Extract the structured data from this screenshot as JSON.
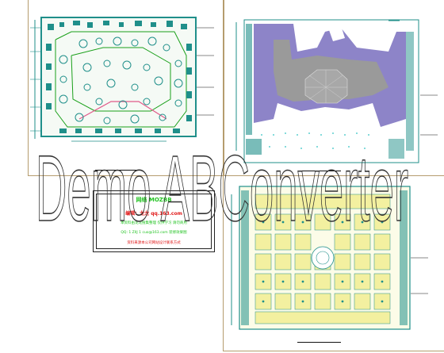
{
  "colors": {
    "sheet_border": "#b59c6e",
    "teal": "#1f8f8a",
    "green_line": "#1aa01a",
    "purple": "#8d84c8",
    "gray_fill": "#9a9a9a",
    "yellow_cell": "#f3f0a0",
    "stamp_green": "#22c322",
    "stamp_red": "#e01818",
    "watermark": "#333333"
  },
  "stamp": {
    "line1": "网络 MOZBB",
    "line2": "编辑：龙龙 qq.163.com",
    "line3": "本资料由龙龙搜集整理 仅供学习 请勿商用",
    "line4": "QQ: 1 ZIIJ 1 cuo@163.com 装修效果图",
    "line5": "资料来源本公司网站设计联系方式"
  },
  "watermark": {
    "text": "Demo ABConverter"
  }
}
